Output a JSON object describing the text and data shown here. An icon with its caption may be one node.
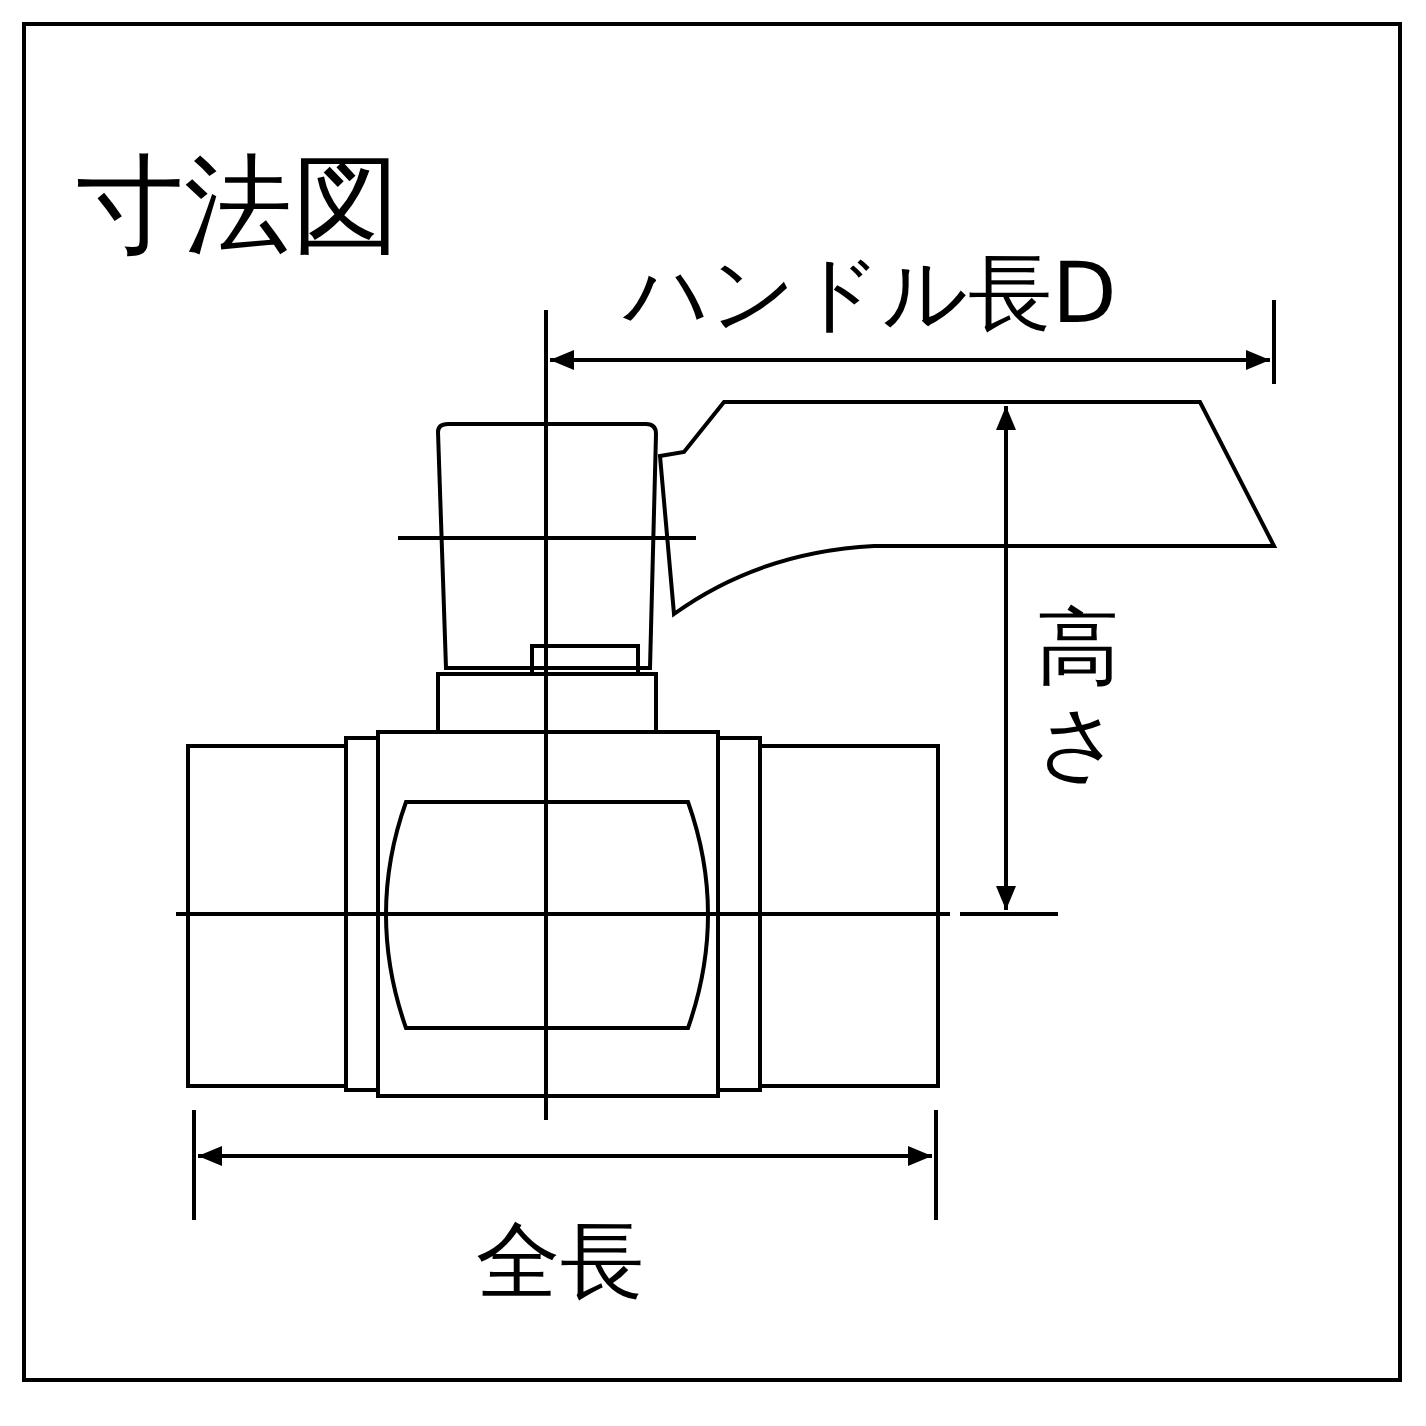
{
  "diagram": {
    "title": "寸法図",
    "labels": [
      "ハンドル長D",
      "高さ",
      "全長"
    ]
  }
}
